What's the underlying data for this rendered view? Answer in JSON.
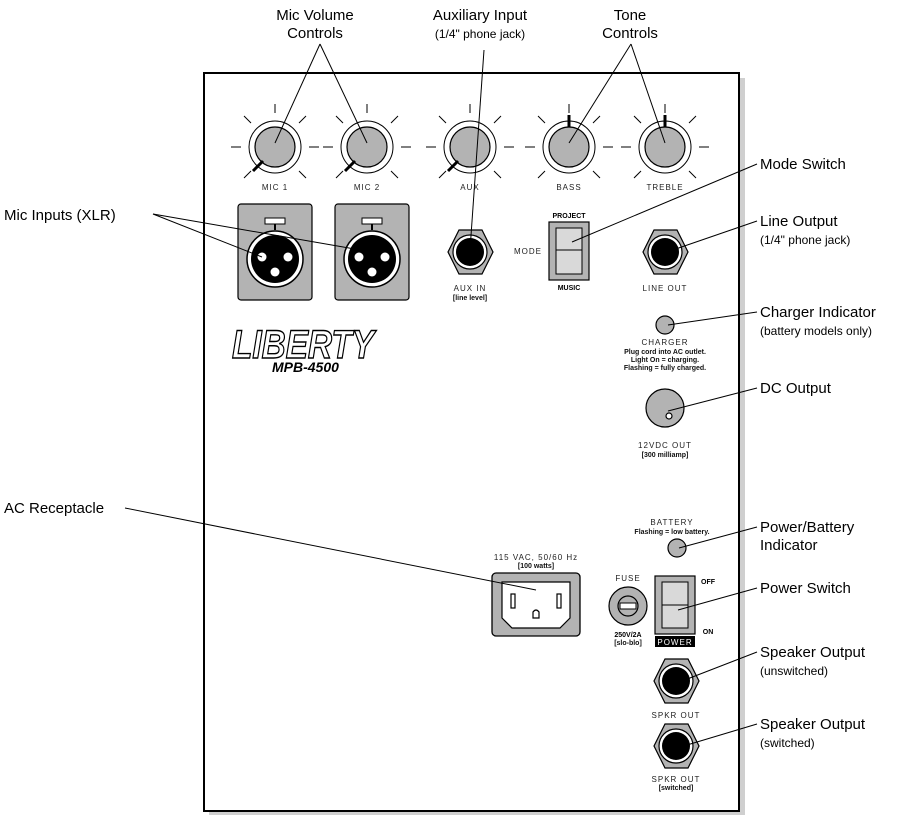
{
  "callouts": {
    "mic_volume": [
      "Mic Volume",
      "Controls"
    ],
    "aux_input": "Auxiliary Input",
    "aux_input_sub": "(1/4\" phone jack)",
    "tone": [
      "Tone",
      "Controls"
    ],
    "mode_switch": "Mode Switch",
    "mic_inputs": "Mic Inputs (XLR)",
    "line_output": "Line Output",
    "line_output_sub": "(1/4\" phone jack)",
    "charger_indicator": "Charger Indicator",
    "charger_indicator_sub": "(battery models only)",
    "dc_output": "DC Output",
    "ac_receptacle": "AC Receptacle",
    "power_battery_indicator": [
      "Power/Battery",
      "Indicator"
    ],
    "power_switch": "Power Switch",
    "speaker_output_unswitched": "Speaker Output",
    "speaker_output_unswitched_sub": "(unswitched)",
    "speaker_output_switched": "Speaker Output",
    "speaker_output_switched_sub": "(switched)"
  },
  "panel": {
    "knobs": [
      "MIC 1",
      "MIC 2",
      "AUX",
      "BASS",
      "TREBLE"
    ],
    "aux_in": "AUX IN",
    "aux_in_sub": "[line level]",
    "mode": "MODE",
    "mode_top": "PROJECT",
    "mode_bottom": "MUSIC",
    "line_out": "LINE OUT",
    "brand": "LIBERTY",
    "model": "MPB-4500",
    "charger": "CHARGER",
    "charger_notes": [
      "Plug cord into AC outlet.",
      "Light On = charging.",
      "Flashing = fully charged."
    ],
    "dc_out": "12VDC OUT",
    "dc_out_sub": "[300 milliamp]",
    "battery": "BATTERY",
    "battery_note": "Flashing = low battery.",
    "ac_rating": "115 VAC, 50/60 Hz",
    "ac_rating_sub": "[100 watts]",
    "fuse": "FUSE",
    "fuse_rating": "250V/2A",
    "fuse_rating_sub": "[slo-blo]",
    "power_off": "OFF",
    "power_on": "ON",
    "power": "POWER",
    "spkr_out_1": "SPKR OUT",
    "spkr_out_2": "SPKR OUT",
    "spkr_out_2_sub": "[switched]"
  }
}
